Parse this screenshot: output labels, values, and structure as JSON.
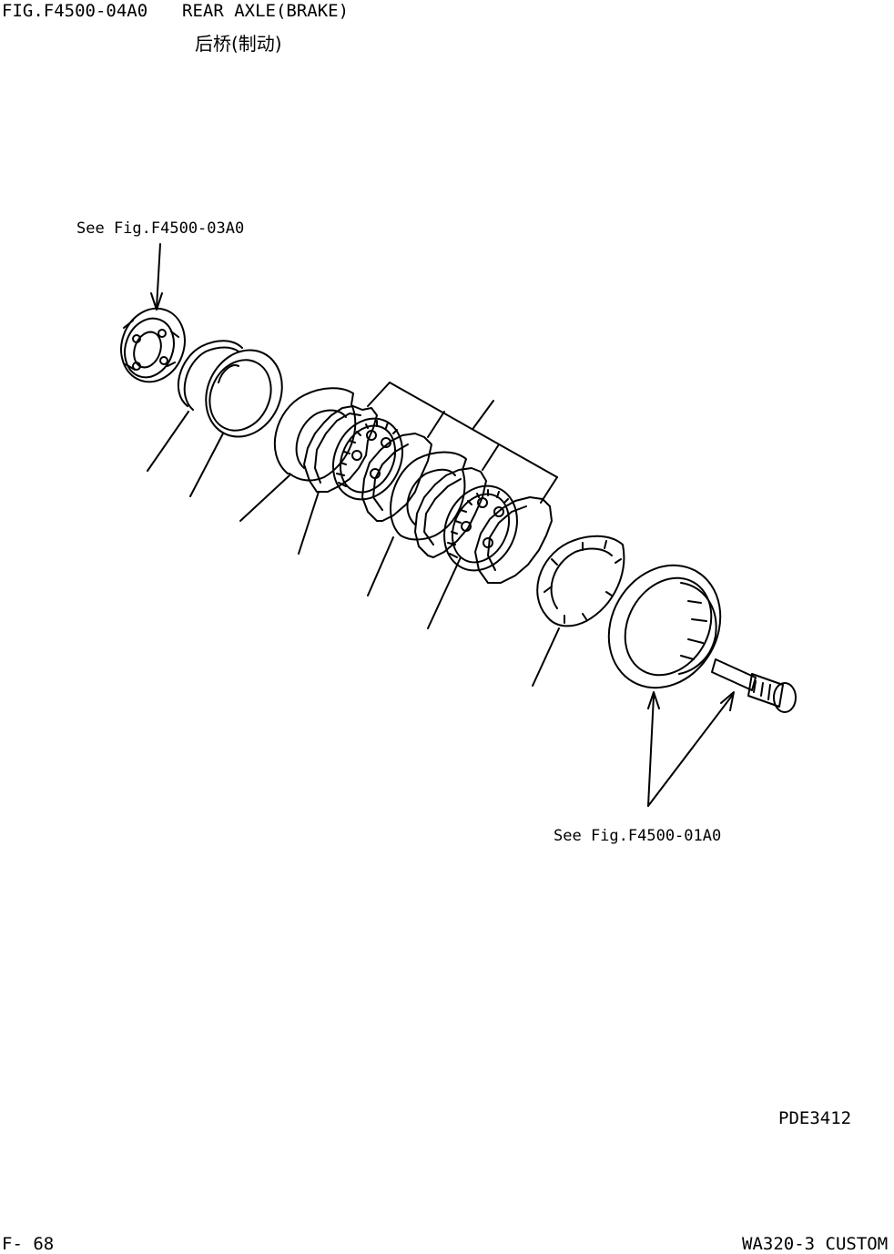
{
  "header": {
    "fig_code": "FIG.F4500-04A0",
    "title_en": "REAR AXLE(BRAKE)",
    "title_zh": "后桥(制动)"
  },
  "references": {
    "top": "See Fig.F4500-03A0",
    "bottom": "See Fig.F4500-01A0"
  },
  "drawing_id": "PDE3412",
  "footer": {
    "page": "F- 68",
    "model": "WA320-3  CUSTOM"
  }
}
